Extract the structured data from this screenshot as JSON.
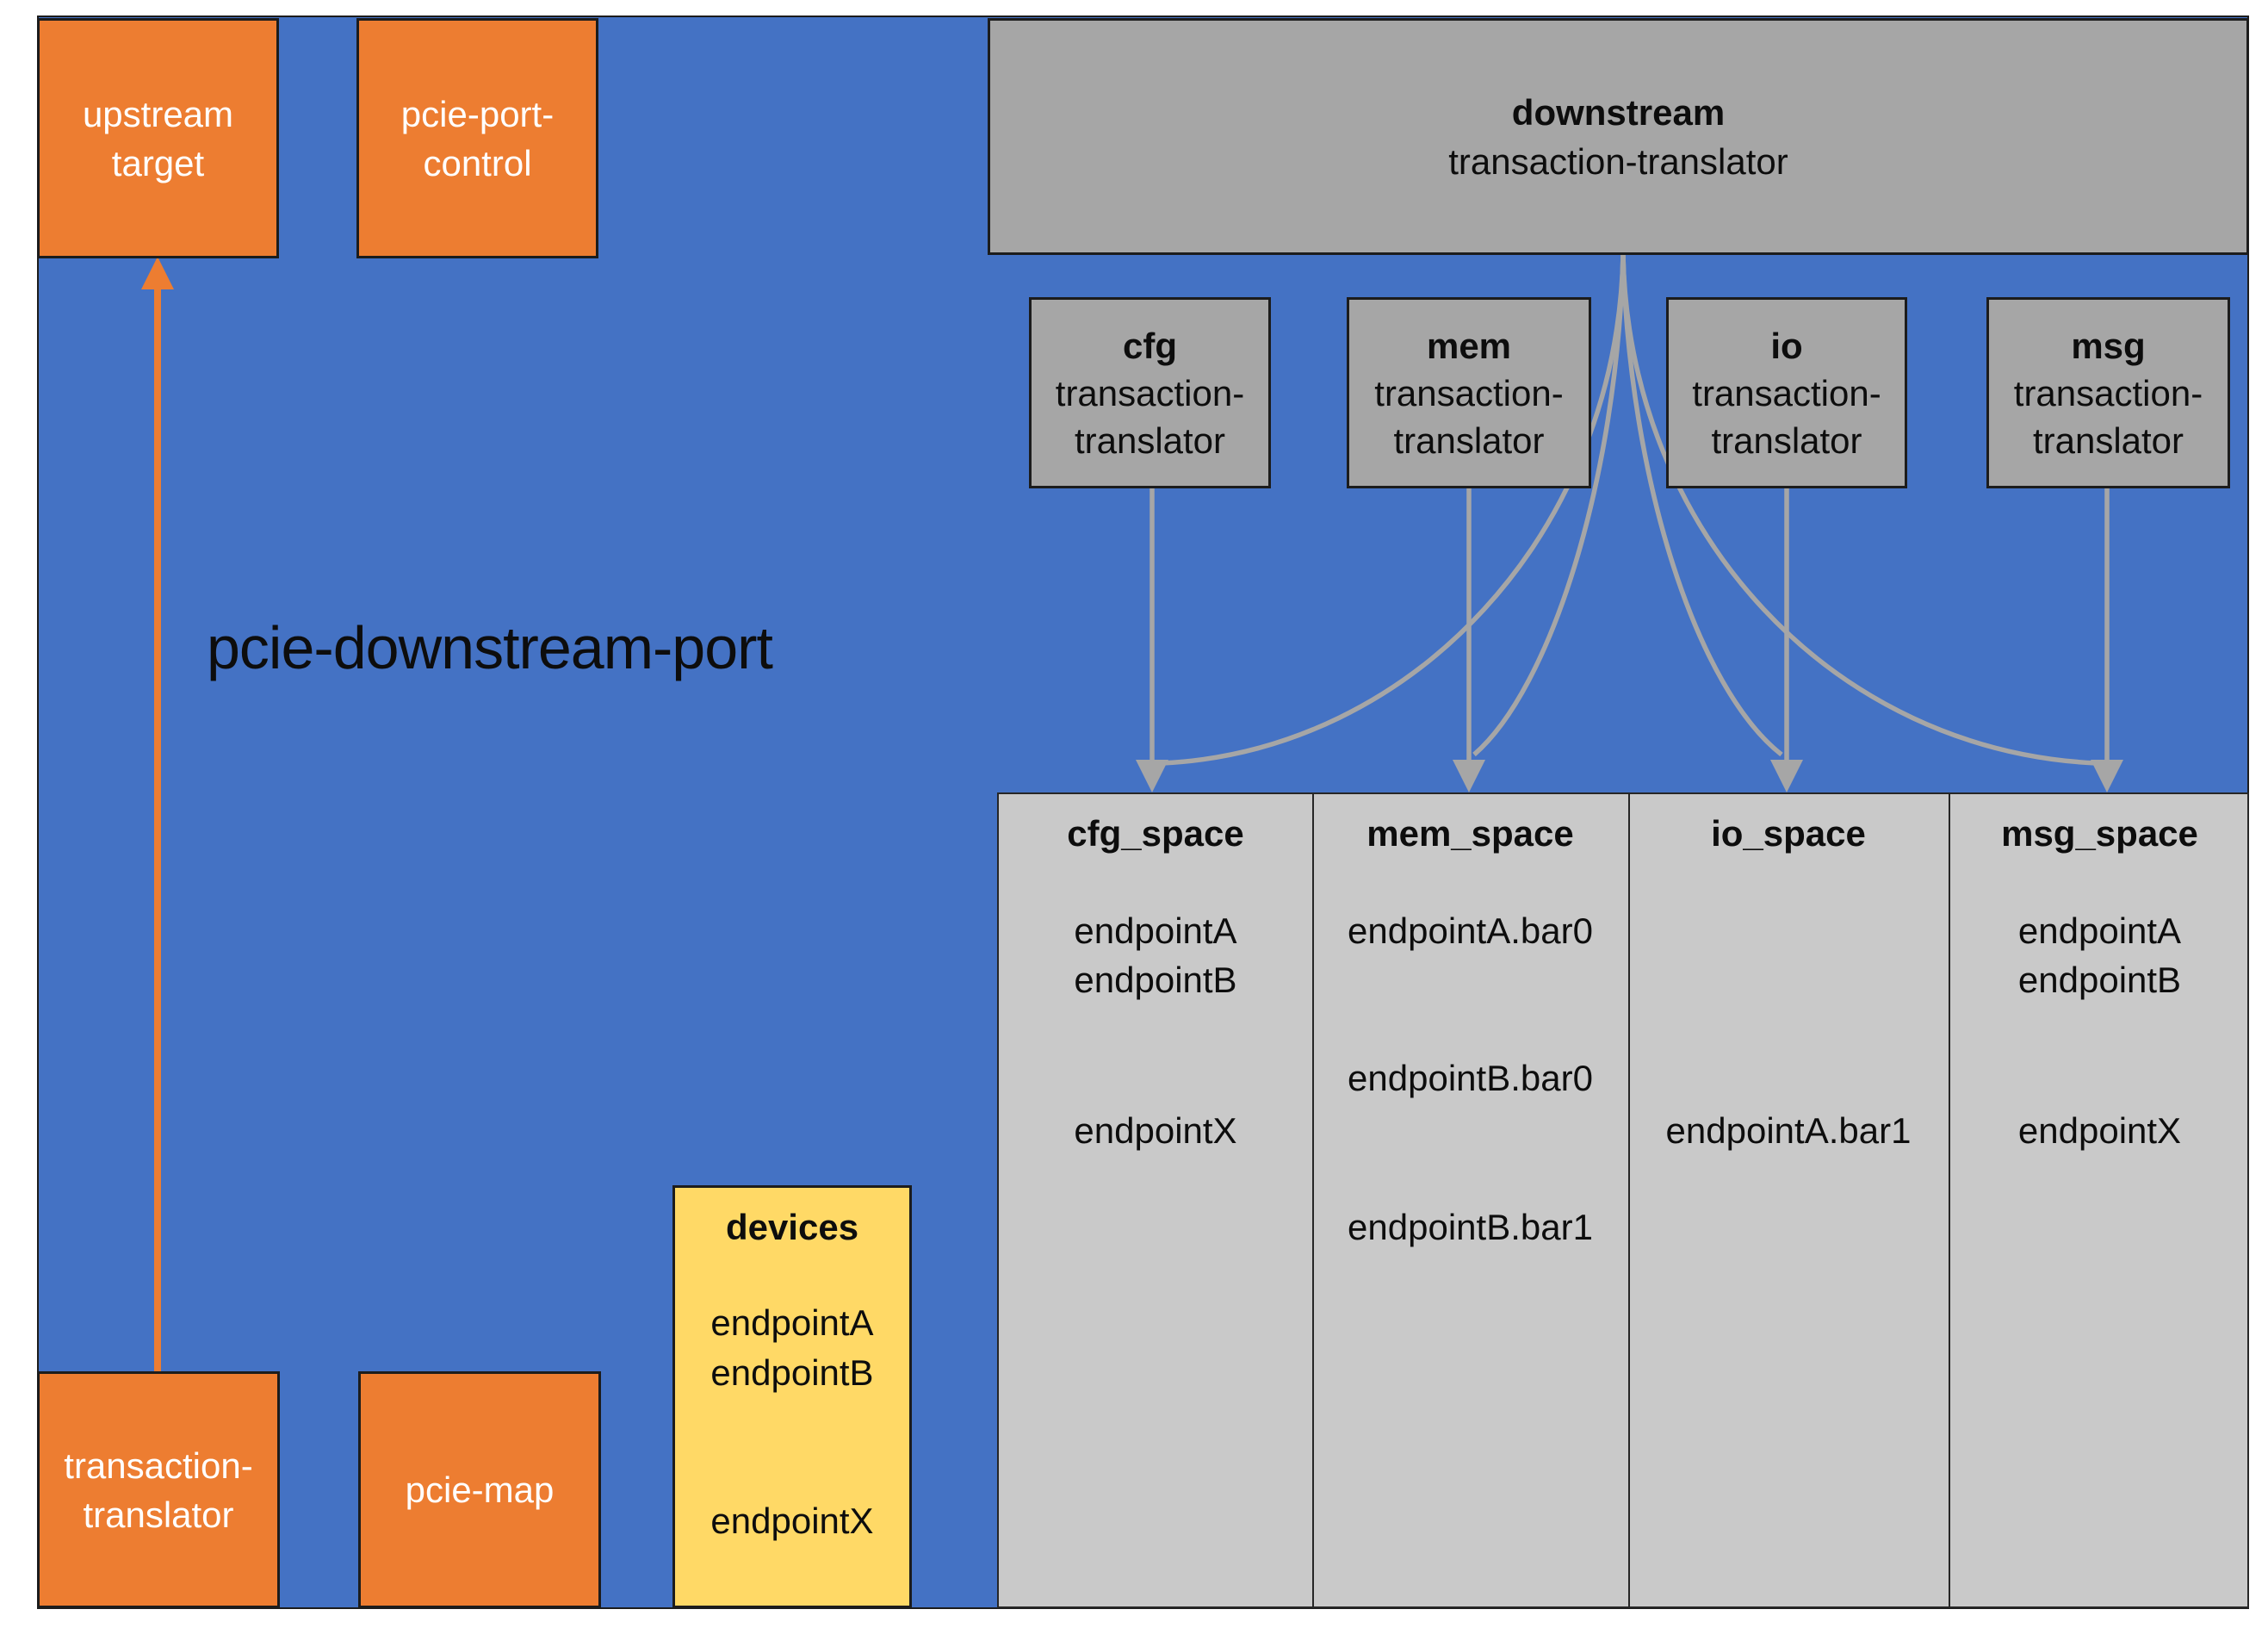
{
  "title": "pcie-downstream-port",
  "boxes": {
    "upstream_target": {
      "line1": "upstream",
      "line2": "target"
    },
    "pcie_port_control": {
      "line1": "pcie-port-",
      "line2": "control"
    },
    "transaction_translator": {
      "line1": "transaction-",
      "line2": "translator"
    },
    "pcie_map": {
      "line1": "pcie-map"
    },
    "downstream": {
      "line1": "downstream",
      "line2": "transaction-translator"
    }
  },
  "translators": [
    {
      "kind": "cfg",
      "line2": "transaction-",
      "line3": "translator"
    },
    {
      "kind": "mem",
      "line2": "transaction-",
      "line3": "translator"
    },
    {
      "kind": "io",
      "line2": "transaction-",
      "line3": "translator"
    },
    {
      "kind": "msg",
      "line2": "transaction-",
      "line3": "translator"
    }
  ],
  "devices": {
    "title": "devices",
    "items": [
      "endpointA",
      "endpointB",
      "endpointX"
    ]
  },
  "spaces": {
    "cfg": {
      "header": "cfg_space",
      "rows": [
        "endpointA",
        "endpointB",
        "endpointX"
      ]
    },
    "mem": {
      "header": "mem_space",
      "rows": [
        "endpointA.bar0",
        "endpointB.bar0",
        "endpointB.bar1"
      ]
    },
    "io": {
      "header": "io_space",
      "rows": [
        "endpointA.bar1"
      ]
    },
    "msg": {
      "header": "msg_space",
      "rows": [
        "endpointA",
        "endpointB",
        "endpointX"
      ]
    }
  },
  "colors": {
    "background": "#FFFFFF",
    "port_blue": "#4472C4",
    "box_orange": "#ED7D31",
    "box_gray": "#A6A6A6",
    "space_gray": "#C9C9C9",
    "devices_yellow": "#FFD966",
    "connector_gray": "#A6A6A6",
    "text_dark": "#0D0D0D",
    "text_light": "#FFFFFF"
  }
}
